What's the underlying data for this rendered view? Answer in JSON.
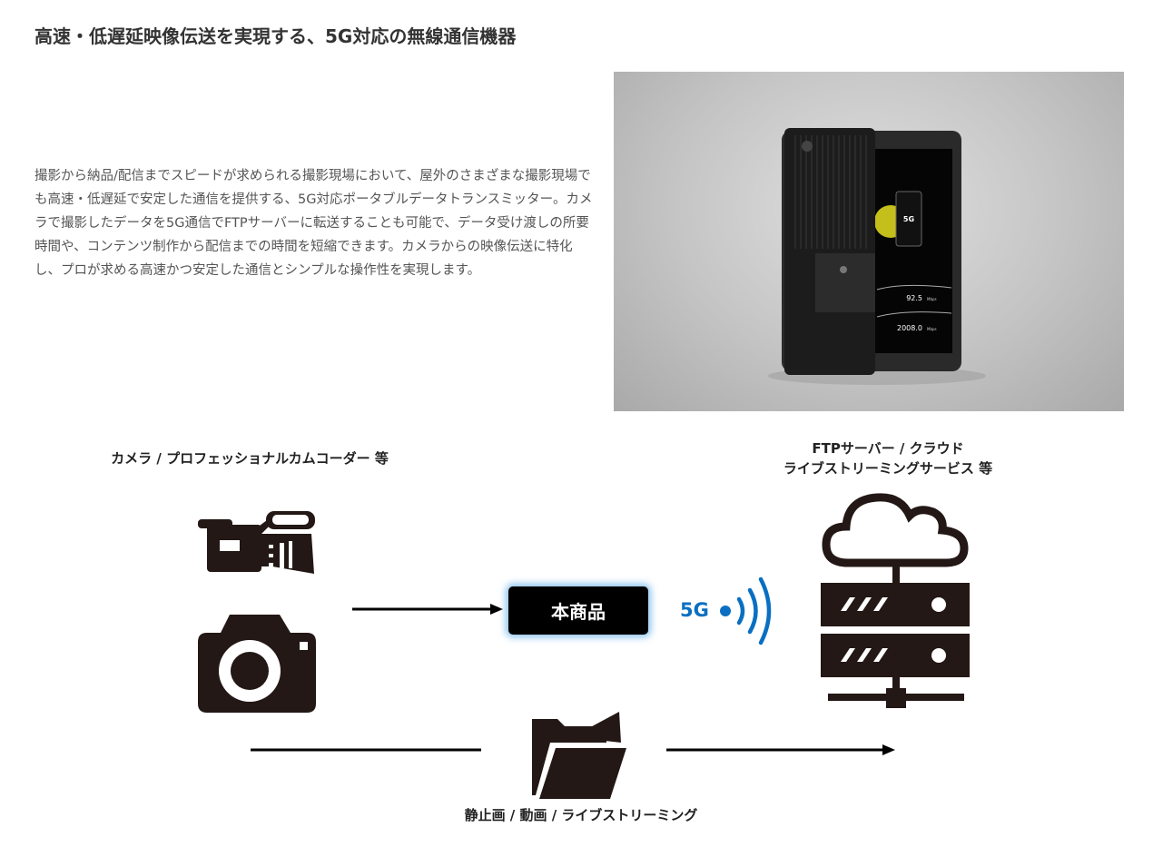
{
  "header": {
    "title": "高速・低遅延映像伝送を実現する、5G対応の無線通信機器"
  },
  "description": "撮影から納品/配信までスピードが求められる撮影現場において、屋外のさまざまな撮影現場でも高速・低遅延で安定した通信を提供する、5G対応ポータブルデータトランスミッター。カメラで撮影したデータを5G通信でFTPサーバーに転送することも可能で、データ受け渡しの所要時間や、コンテンツ制作から配信までの時間を短縮できます。カメラからの映像伝送に特化し、プロが求める高速かつ安定した通信とシンプルな操作性を実現します。",
  "product_photo": {
    "screen_badge": "5G",
    "upload_speed": "92.5",
    "download_speed": "2008.0",
    "unit": "Mbps"
  },
  "diagram": {
    "source_label": "カメラ / プロフェッショナルカムコーダー 等",
    "destination_label_line1": "FTPサーバー / クラウド",
    "destination_label_line2": "ライブストリーミングサービス 等",
    "device_label": "本商品",
    "network_label": "5G",
    "data_label": "静止画 / 動画 / ライブストリーミング",
    "icon_color": "#231815",
    "accent_color": "#0a6fc2"
  }
}
